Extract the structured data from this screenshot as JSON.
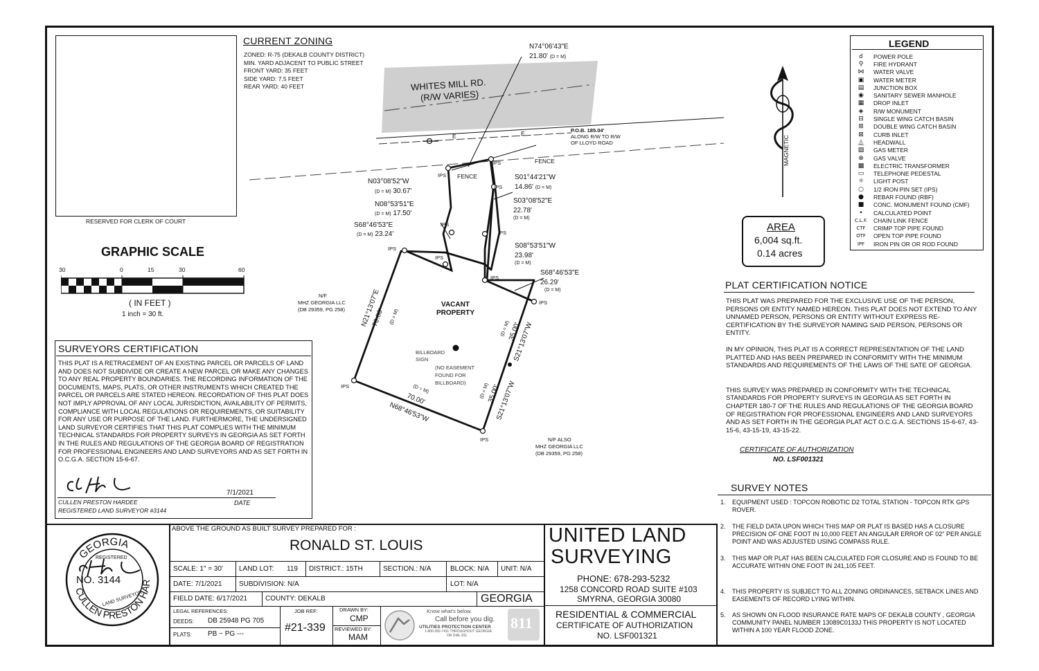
{
  "clerk_box": {
    "label": "RESERVED FOR CLERK OF  COURT"
  },
  "zoning": {
    "title": "CURRENT ZONING",
    "lines": [
      "ZONED: R-75 (DEKALB COUNTY DISTRICT)",
      "MIN. YARD ADJACENT TO PUBLIC STREET",
      "FRONT YARD: 35 FEET",
      "SIDE YARD: 7.5 FEET",
      "REAR YARD: 40 FEET"
    ]
  },
  "graphic_scale": {
    "title": "GRAPHIC SCALE",
    "ticks": [
      "30",
      "0",
      "15",
      "30",
      "60"
    ],
    "unit": "( IN FEET )",
    "ratio": "1 inch =   30   ft."
  },
  "road": {
    "name": "WHITES MILL RD.",
    "rw": "(R/W VARIES)"
  },
  "utility_marks": [
    "E",
    "E"
  ],
  "pob": {
    "line1": "P.O.B. 185.04'",
    "line2": "ALONG R/W TO R/W",
    "line3": "OF LLOYD ROAD"
  },
  "fence_labels": [
    "FENCE",
    "FENCE"
  ],
  "north_arrow": {
    "label": "MAGNETIC"
  },
  "bearings": [
    {
      "bearing": "N74°06'43\"E",
      "dist": "21.80'",
      "note": "(D = M)"
    },
    {
      "bearing": "N03°08'52\"W",
      "dist": "30.67'",
      "note": "(D = M)"
    },
    {
      "bearing": "N08°53'51\"E",
      "dist": "17.50'",
      "note": "(D = M)"
    },
    {
      "bearing": "S68°46'53\"E",
      "dist": "23.24'",
      "note": "(D = M)"
    },
    {
      "bearing": "S01°44'21\"W",
      "dist": "14.86'",
      "note": "(D = M)"
    },
    {
      "bearing": "S03°08'52\"E",
      "dist": "22.78'",
      "note": "(D = M)"
    },
    {
      "bearing": "S08°53'51\"W",
      "dist": "23.98'",
      "note": "(D = M)"
    },
    {
      "bearing": "S68°46'53\"E",
      "dist": "26.29'",
      "note": "(D = M)"
    },
    {
      "bearing": "N21°13'07\"E",
      "dist": "70.00'",
      "note": "(D = M)"
    },
    {
      "bearing": "S21°13'07\"W",
      "dist": "35.00'",
      "note": "(D = M)"
    },
    {
      "bearing": "S21°13'07\"W",
      "dist": "35.00'",
      "note": "(D = M)"
    },
    {
      "bearing": "N68°46'53\"W",
      "dist": "70.00'",
      "note": "(D = M)"
    }
  ],
  "ips_label": "IPS",
  "vacant": {
    "line1": "VACANT",
    "line2": "PROPERTY"
  },
  "billboard": {
    "line1": "BILLBOARD",
    "line2": "SIGN",
    "n1": "(NO EASEMENT",
    "n2": "FOUND FOR",
    "n3": "BILLBOARD)"
  },
  "neighbor_west": {
    "line1": "N/F",
    "line2": "MHZ GEORGIA LLC",
    "line3": "(DB 29359, PG 258)"
  },
  "neighbor_south": {
    "line1": "N/F ALSO",
    "line2": "MHZ GEORGIA LLC",
    "line3": "(DB 29359, PG 258)"
  },
  "legend": {
    "title": "LEGEND",
    "items": [
      {
        "sym": "☌",
        "label": "POWER POLE"
      },
      {
        "sym": "⚲",
        "label": "FIRE HYDRANT"
      },
      {
        "sym": "⋈",
        "label": "WATER VALVE"
      },
      {
        "sym": "▣",
        "label": "WATER METER"
      },
      {
        "sym": "▤",
        "label": "JUNCTION BOX"
      },
      {
        "sym": "◉",
        "label": "SANITARY SEWER MANHOLE"
      },
      {
        "sym": "▦",
        "label": "DROP INLET"
      },
      {
        "sym": "◈",
        "label": "R/W MONUMENT"
      },
      {
        "sym": "⊟",
        "label": "SINGLE WING CATCH BASIN"
      },
      {
        "sym": "⊞",
        "label": "DOUBLE WING CATCH BASIN"
      },
      {
        "sym": "⊠",
        "label": "CURB INLET"
      },
      {
        "sym": "⏅",
        "label": "HEADWALL"
      },
      {
        "sym": "▨",
        "label": "GAS METER"
      },
      {
        "sym": "⊗",
        "label": "GAS VALVE"
      },
      {
        "sym": "▩",
        "label": "ELECTRIC TRANSFORMER"
      },
      {
        "sym": "▭",
        "label": "TELEPHONE PEDESTAL"
      },
      {
        "sym": "☼",
        "label": "LIGHT POST"
      },
      {
        "sym": "○",
        "label": "1/2 IRON PIN SET (IPS)"
      },
      {
        "sym": "●",
        "label": "REBAR FOUND (RBF)"
      },
      {
        "sym": "■",
        "label": "CONC. MONUMENT FOUND (CMF)"
      },
      {
        "sym": "•",
        "label": "CALCULATED POINT"
      },
      {
        "sym": "C.L.F.",
        "label": "CHAIN LINK FENCE"
      },
      {
        "sym": "CTF",
        "label": "CRIMP TOP PIPE FOUND"
      },
      {
        "sym": "OTF",
        "label": "OPEN TOP PIPE FOUND"
      },
      {
        "sym": "IPF",
        "label": "IRON PIN OR OR ROD FOUND"
      }
    ]
  },
  "area": {
    "title": "AREA",
    "sqft": "6,004 sq.ft.",
    "acres": "0.14 acres"
  },
  "plat_cert": {
    "title": "PLAT CERTIFICATION NOTICE",
    "paragraphs": [
      "THIS PLAT WAS PREPARED FOR THE EXCLUSIVE USE OF THE PERSON, PERSONS OR ENTITY NAMED HEREON. THIS PLAT DOES NOT EXTEND TO ANY UNNAMED PERSON, PERSONS OR ENTITY WITHOUT EXPRESS RE-CERTIFICATION BY THE SURVEYOR NAMING SAID PERSON, PERSONS OR ENTITY.",
      "IN MY OPINION, THIS PLAT IS A CORRECT REPRESENTATION OF THE LAND PLATTED AND HAS BEEN PREPARED IN CONFORMITY WITH THE MINIMUM STANDARDS AND REQUIREMENTS OF THE LAWS OF THE SATE OF GEORGIA.",
      "THIS SURVEY WAS PREPARED IN CONFORMITY WITH THE TECHNICAL STANDARDS FOR PROPERTY SURVEYS IN GEORGIA AS SET FORTH IN CHAPTER 180-7 OF THE RULES AND REGULATIONS OF THE GEORGIA BOARD OF REGISTRATION FOR PROFESSIONAL ENGINEERS AND LAND SURVEYORS AND AS SET FORTH IN THE GEORGIA PLAT ACT O.C.G.A. SECTIONS 15-6-67, 43-15-6, 43-15-19, 43-15-22."
    ],
    "cert_label": "CERTIFICATE OF AUTHORIZATION",
    "cert_no": "NO. LSF001321"
  },
  "survey_notes": {
    "title": "SURVEY NOTES",
    "items": [
      {
        "n": "1.",
        "text": "EQUIPMENT USED : TOPCON ROBOTIC D2 TOTAL STATION - TOPCON RTK GPS ROVER."
      },
      {
        "n": "2.",
        "text": "THE FIELD DATA UPON WHICH THIS MAP OR PLAT IS BASED HAS A CLOSURE PRECISION OF ONE FOOT IN 10,000 FEET AN ANGULAR ERROR OF 02\" PER ANGLE POINT AND WAS ADJUSTED USING COMPASS RULE."
      },
      {
        "n": "3.",
        "text": "THIS MAP OR PLAT HAS BEEN CALCULATED FOR CLOSURE AND IS FOUND TO BE ACCURATE WITHIN ONE FOOT IN 241,105 FEET."
      },
      {
        "n": "4.",
        "text": "THIS PROPERTY IS SUBJECT TO ALL ZONING ORDINANCES, SETBACK LINES AND EASEMENTS OF RECORD LYING WITHIN."
      },
      {
        "n": "5.",
        "text": "AS SHOWN ON FLOOD INSURANCE RATE MAPS OF DEKALB  COUNTY , GEORGIA COMMUNITY PANEL NUMBER 13089C0133J THIS PROPERTY IS NOT LOCATED WITHIN A 100 YEAR FLOOD ZONE."
      }
    ]
  },
  "surveyor_cert": {
    "title": "SURVEYORS CERTIFICATION",
    "text": "THIS PLAT IS A RETRACEMENT OF AN EXISTING PARCEL OR PARCELS OF LAND AND DOES NOT SUBDIVIDE OR CREATE A NEW PARCEL OR MAKE ANY CHANGES TO ANY REAL PROPERTY BOUNDARIES. THE RECORDING INFORMATION OF THE  DOCUMENTS, MAPS, PLATS, OR OTHER INSTRUMENTS WHICH CREATED THE PARCEL OR PARCELS ARE STATED HEREON. RECORDATION OF THIS PLAT DOES NOT IMPLY APPROVAL OF ANY LOCAL JURISDICTION, AVAILABILITY OF PERMITS, COMPLIANCE WITH LOCAL REGULATIONS OR REQUIREMENTS, OR SUITABILITY FOR ANY USE OR PURPOSE OF THE LAND. FURTHERMORE, THE UNDERSIGNED LAND SURVEYOR CERTIFIES THAT THIS PLAT COMPLIES WITH THE MINIMUM TECHNICAL STANDARDS FOR PROPERTY SURVEYS IN GEORGIA AS SET FORTH IN THE RULES AND REGULATIONS OF THE GEORGIA BOARD OF REGISTRATION FOR PROFESSIONAL ENGINEERS AND LAND SURVEYORS AND AS SET FORTH IN O.C.G.A. SECTION 15-6-67.",
    "date": "7/1/2021",
    "date_label": "DATE",
    "name": "CULLEN PRESTON HARDEE",
    "reg": "REGISTERED LAND SURVEYOR #3144"
  },
  "seal": {
    "top": "GEORGIA",
    "registered": "REGISTERED",
    "no": "NO. 3144",
    "land_surveyor": "LAND SURVEYOR",
    "bottom": "CULLEN PRESTON HARDEE"
  },
  "title_block": {
    "prepared_for": "ABOVE THE GROUND AS BUILT SURVEY PREPARED FOR :",
    "client": "RONALD ST. LOUIS",
    "scale": "SCALE:  1\" = 30'",
    "land_lot_label": "LAND LOT:",
    "land_lot": "119",
    "district": "DISTRICT.:  15TH",
    "section": "SECTION.:  N/A",
    "block": "BLOCK: N/A",
    "unit": "UNIT:  N/A",
    "date": "DATE:  7/1/2021",
    "subdivision": "SUBDIVISION:      N/A",
    "lot": "LOT:    N/A",
    "field_date": "FIELD DATE:  6/17/2021",
    "county": "COUNTY: DEKALB",
    "state": "GEORGIA",
    "legal_refs": "LEGAL REFERENCES:",
    "deeds_label": "DEEDS:",
    "deeds": "DB 25948 PG 705",
    "plats_label": "PLATS:",
    "plats": "PB ~ PG ---",
    "job_ref_label": "JOB REF:",
    "job_ref": "#21-339",
    "drawn_by_label": "DRAWN BY:",
    "drawn_by": "CMP",
    "reviewed_by_label": "REVIEWED BY:",
    "reviewed_by": "MAM",
    "know_whats": "Know what's  below.",
    "call": "Call before you dig.",
    "upc": "UTILITIES PROTECTION CENTER",
    "upc_sub": "1-800-282-7411  THROUGHOUT GEORGIA",
    "upc_sub2": "OR  DIAL 811",
    "logo_811": "811"
  },
  "company": {
    "name1": "UNITED LAND",
    "name2": "SURVEYING",
    "phone": "PHONE: 678-293-5232",
    "address1": "1258 CONCORD ROAD SUITE #103",
    "address2": "SMYRNA, GEORGIA 30080",
    "tag": "RESIDENTIAL & COMMERCIAL",
    "cert": "CERTIFICATE OF AUTHORIZATION",
    "cert_no": "NO. LSF001321"
  }
}
